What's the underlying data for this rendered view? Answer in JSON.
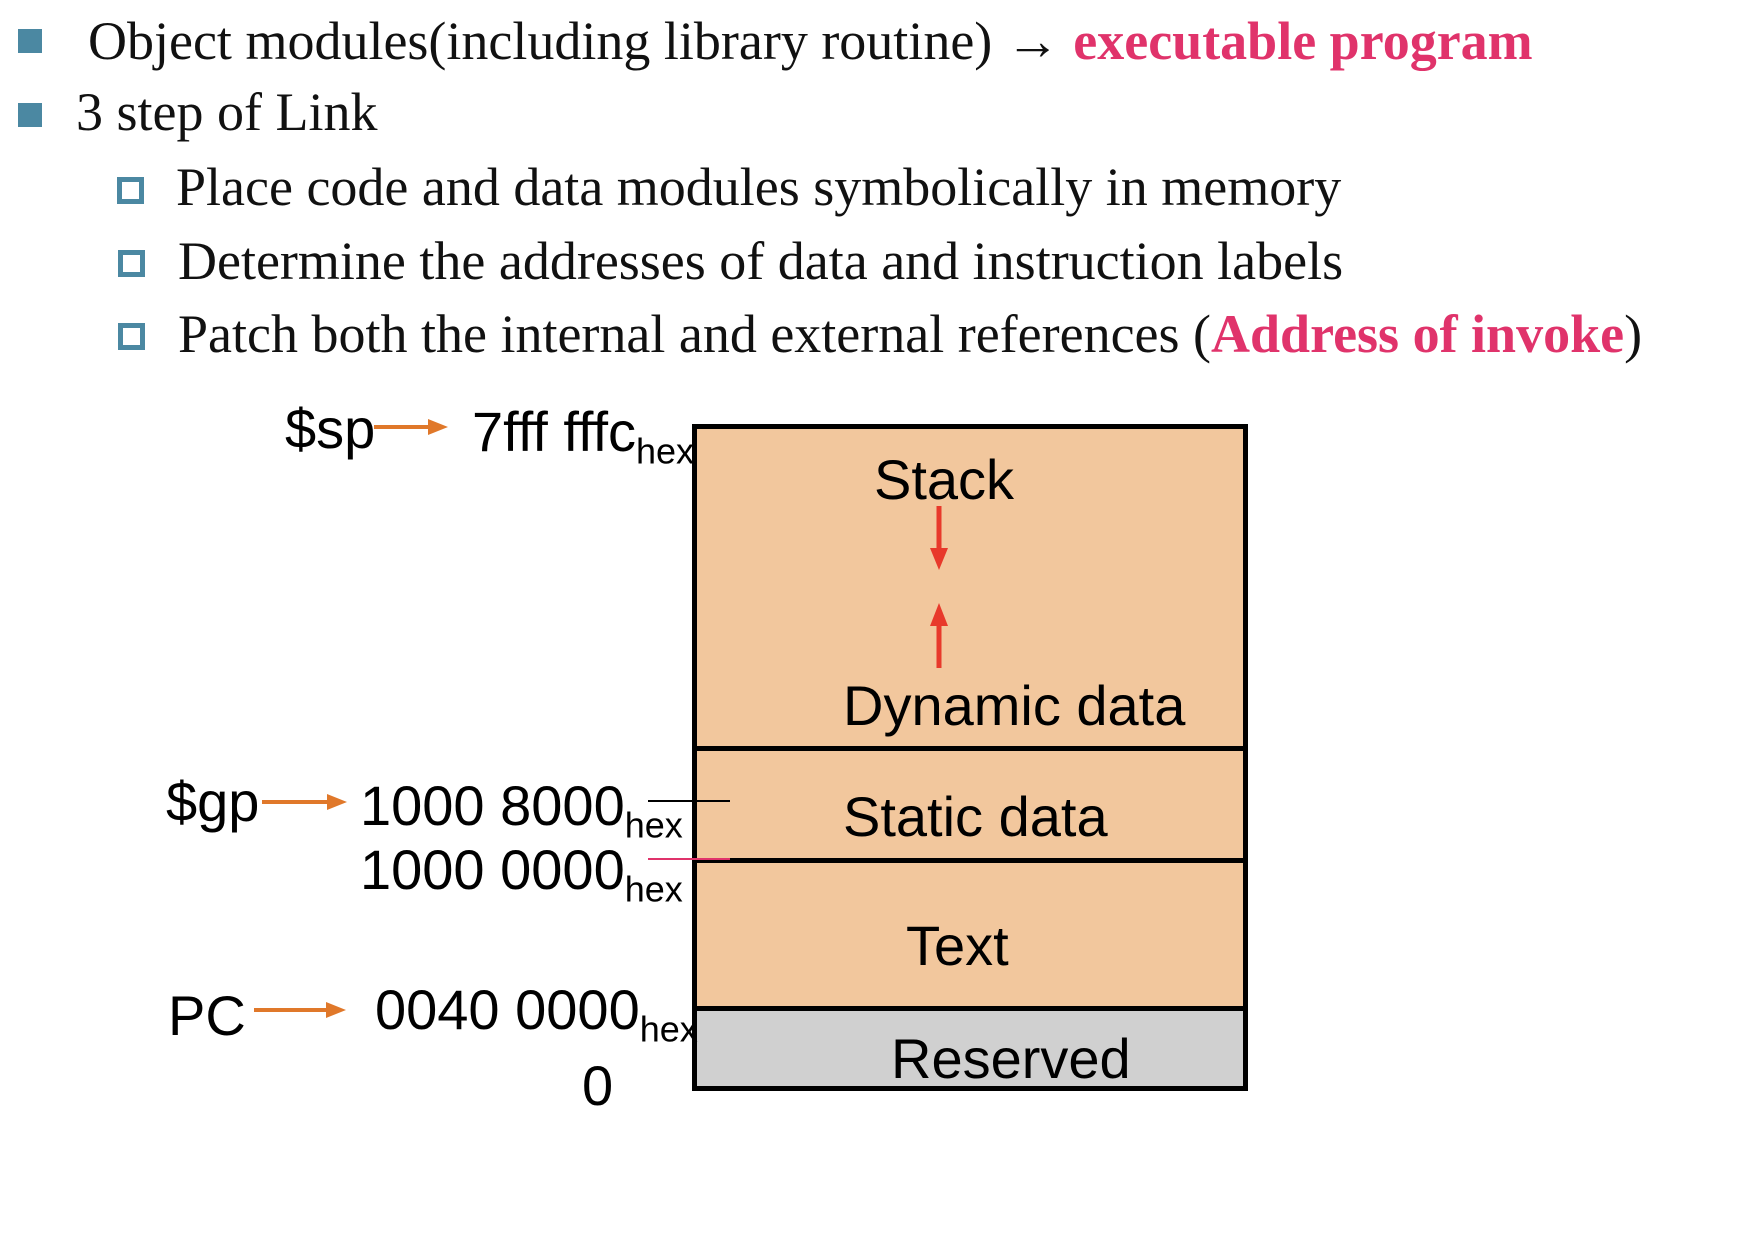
{
  "bullets": {
    "b1": {
      "text": "Object modules(including library routine) → ",
      "highlight": "executable program"
    },
    "b2": {
      "text": "3 step of Link"
    },
    "sub1": {
      "text": "Place code and data modules symbolically in memory"
    },
    "sub2": {
      "text": "Determine the addresses of data and instruction labels"
    },
    "sub3": {
      "text": "Patch both the internal and external references (",
      "highlight": "Address of invoke",
      "tail": ")"
    }
  },
  "memory_map": {
    "segments": {
      "stack": "Stack",
      "dynamic": "Dynamic data",
      "static": "Static data",
      "text": "Text",
      "reserved": "Reserved"
    },
    "registers": {
      "sp": "$sp",
      "gp": "$gp",
      "pc": "PC"
    },
    "addresses": {
      "sp": {
        "value": "7fff fffc",
        "suffix": "hex"
      },
      "gp": {
        "value": "1000 8000",
        "suffix": "hex"
      },
      "static_base": {
        "value": "1000 0000",
        "suffix": "hex"
      },
      "pc": {
        "value": "0040 0000",
        "suffix": "hex"
      },
      "zero": {
        "value": "0"
      }
    }
  },
  "colors": {
    "bullet": "#4b88a2",
    "highlight": "#e0336b",
    "segment_fill": "#f2c79d",
    "reserved_fill": "#d0d0d0",
    "pointer_arrow": "#e0782a",
    "growth_arrow": "#e8392b"
  }
}
